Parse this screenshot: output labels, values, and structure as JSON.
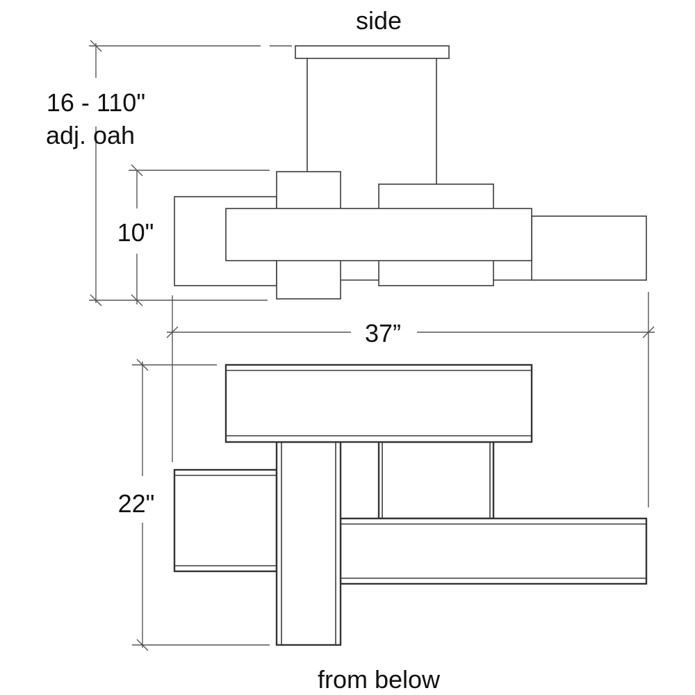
{
  "labels": {
    "side_view": "side",
    "height_range": "16 - 110\"",
    "height_note": "adj. oah",
    "body_height": "10\"",
    "width": "37”",
    "depth": "22\"",
    "bottom_view": "from below"
  }
}
